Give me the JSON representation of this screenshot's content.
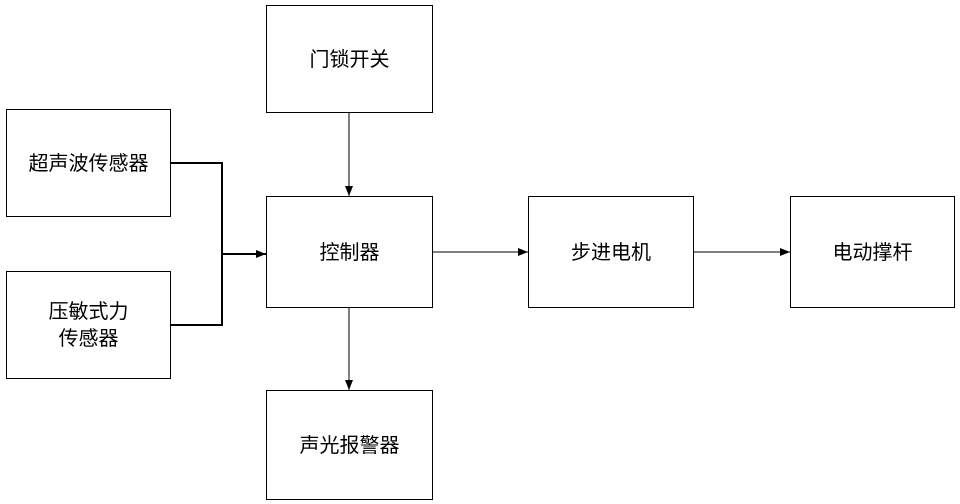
{
  "diagram": {
    "nodes": {
      "door_lock_switch": {
        "label": "门锁开关"
      },
      "ultrasonic_sensor": {
        "label": "超声波传感器"
      },
      "pressure_sensor": {
        "line1": "压敏式力",
        "line2": "传感器"
      },
      "controller": {
        "label": "控制器"
      },
      "stepper_motor": {
        "label": "步进电机"
      },
      "electric_strut": {
        "label": "电动撑杆"
      },
      "sound_light_alarm": {
        "label": "声光报警器"
      }
    },
    "edges": [
      {
        "from": "door_lock_switch",
        "to": "controller"
      },
      {
        "from": "ultrasonic_sensor",
        "to": "controller"
      },
      {
        "from": "pressure_sensor",
        "to": "controller"
      },
      {
        "from": "controller",
        "to": "stepper_motor"
      },
      {
        "from": "stepper_motor",
        "to": "electric_strut"
      },
      {
        "from": "controller",
        "to": "sound_light_alarm"
      }
    ]
  }
}
